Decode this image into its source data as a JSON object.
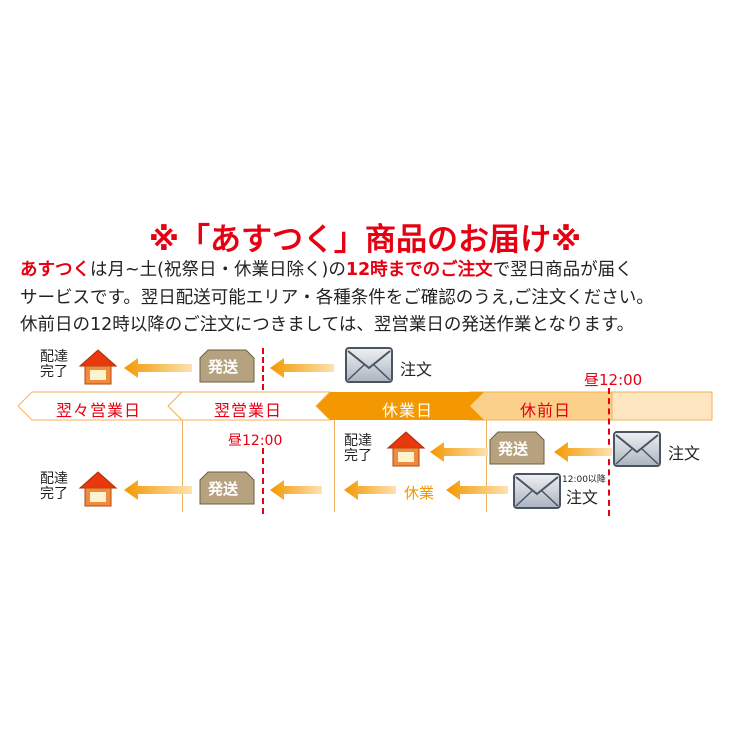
{
  "title": "※「あすつく」商品のお届け※",
  "intro": {
    "line1_lead": "あすつく",
    "line1_mid": "は月~土(祝祭日・休業日除く)の",
    "line1_emph": "12時までのご注文",
    "line1_tail": "で翌日商品が届く",
    "line2": "サービスです。翌日配送可能エリア・各種条件をご確認のうえ,ご注文ください。",
    "line3": "休前日の12時以降のご注文につきましては、翌営業日の発送作業となります。"
  },
  "timeline": {
    "segments": [
      "翌々営業日",
      "翌営業日",
      "休業日",
      "休前日"
    ],
    "cutoff_top": "昼12:00",
    "cutoff_mid": "昼12:00"
  },
  "labels": {
    "delivered": "配達\n完了",
    "ship": "発送",
    "order": "注文",
    "closed": "休業",
    "after_noon": "12:00以降"
  },
  "colors": {
    "accent_red": "#e60012",
    "orange": "#f39800",
    "band_light": "#fce3b8",
    "arrow": "#f5a623"
  },
  "icons": [
    "house-icon",
    "envelope-icon",
    "box-icon",
    "arrow-left-icon"
  ]
}
